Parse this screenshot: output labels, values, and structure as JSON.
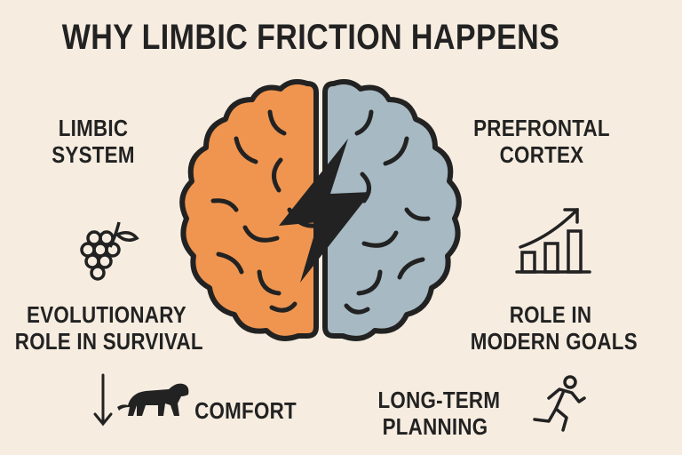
{
  "title": "WHY LIMBIC FRICTION HAPPENS",
  "left": {
    "heading": [
      "LIMBIC",
      "SYSTEM"
    ],
    "icon": "grapes-icon",
    "role": [
      "EVOLUTIONARY",
      "ROLE IN SURVIVAL"
    ],
    "arrow_icon": "arrow-down-icon",
    "animal_icon": "tiger-icon",
    "comfort": "COMFORT"
  },
  "right": {
    "heading": [
      "PREFRONTAL",
      "CORTEX"
    ],
    "icon": "growth-chart-icon",
    "role": [
      "ROLE IN",
      "MODERN GOALS"
    ],
    "planning": [
      "LONG-TERM",
      "PLANNING"
    ],
    "runner_icon": "running-person-icon"
  },
  "center": {
    "icon": "brain-icon",
    "bolt_icon": "lightning-bolt-icon"
  },
  "colors": {
    "background": "#f6ece0",
    "limbic": "#ef9550",
    "prefrontal": "#a7b9c3",
    "ink": "#222222"
  }
}
